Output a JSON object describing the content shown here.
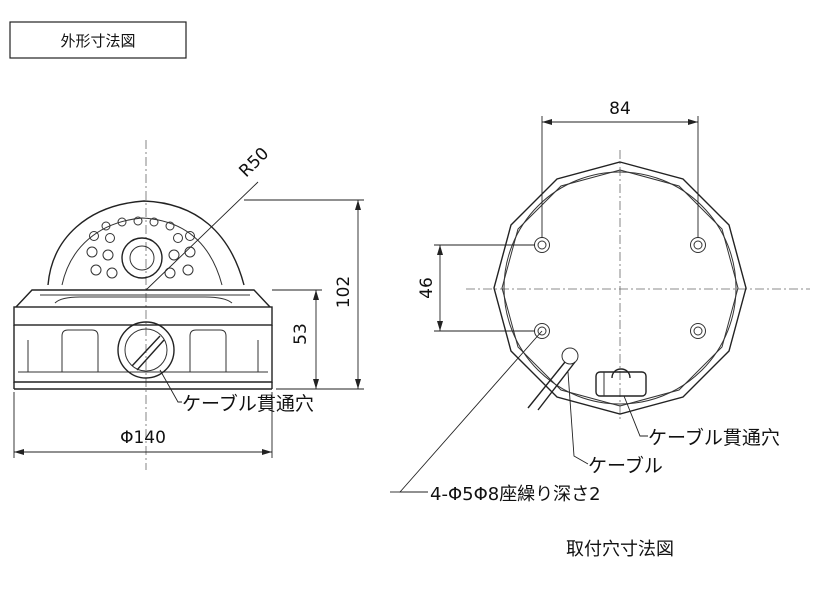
{
  "title_box": {
    "label": "外形寸法図"
  },
  "front_view": {
    "radius_label": "R50",
    "height_label": "102",
    "base_height_label": "53",
    "diameter_label": "Φ140",
    "cable_hole_label": "ケーブル貫通穴"
  },
  "mount_view": {
    "width_label": "84",
    "height_label": "46",
    "cable_hole_label": "ケーブル貫通穴",
    "cable_label": "ケーブル",
    "holes_label": "4-Φ5Φ8座繰り深さ2",
    "caption": "取付穴寸法図"
  }
}
